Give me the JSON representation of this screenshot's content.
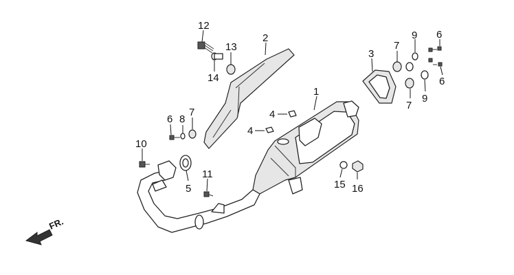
{
  "diagram": {
    "callouts": {
      "c1": "1",
      "c2": "2",
      "c3": "3",
      "c4a": "4",
      "c4b": "4",
      "c5": "5",
      "c6a": "6",
      "c6b": "6",
      "c6c": "6",
      "c7a": "7",
      "c7b": "7",
      "c7c": "7",
      "c8": "8",
      "c9a": "9",
      "c9b": "9",
      "c10": "10",
      "c11": "11",
      "c12": "12",
      "c13": "13",
      "c14": "14",
      "c15": "15",
      "c16": "16"
    },
    "direction_label": "FR."
  }
}
